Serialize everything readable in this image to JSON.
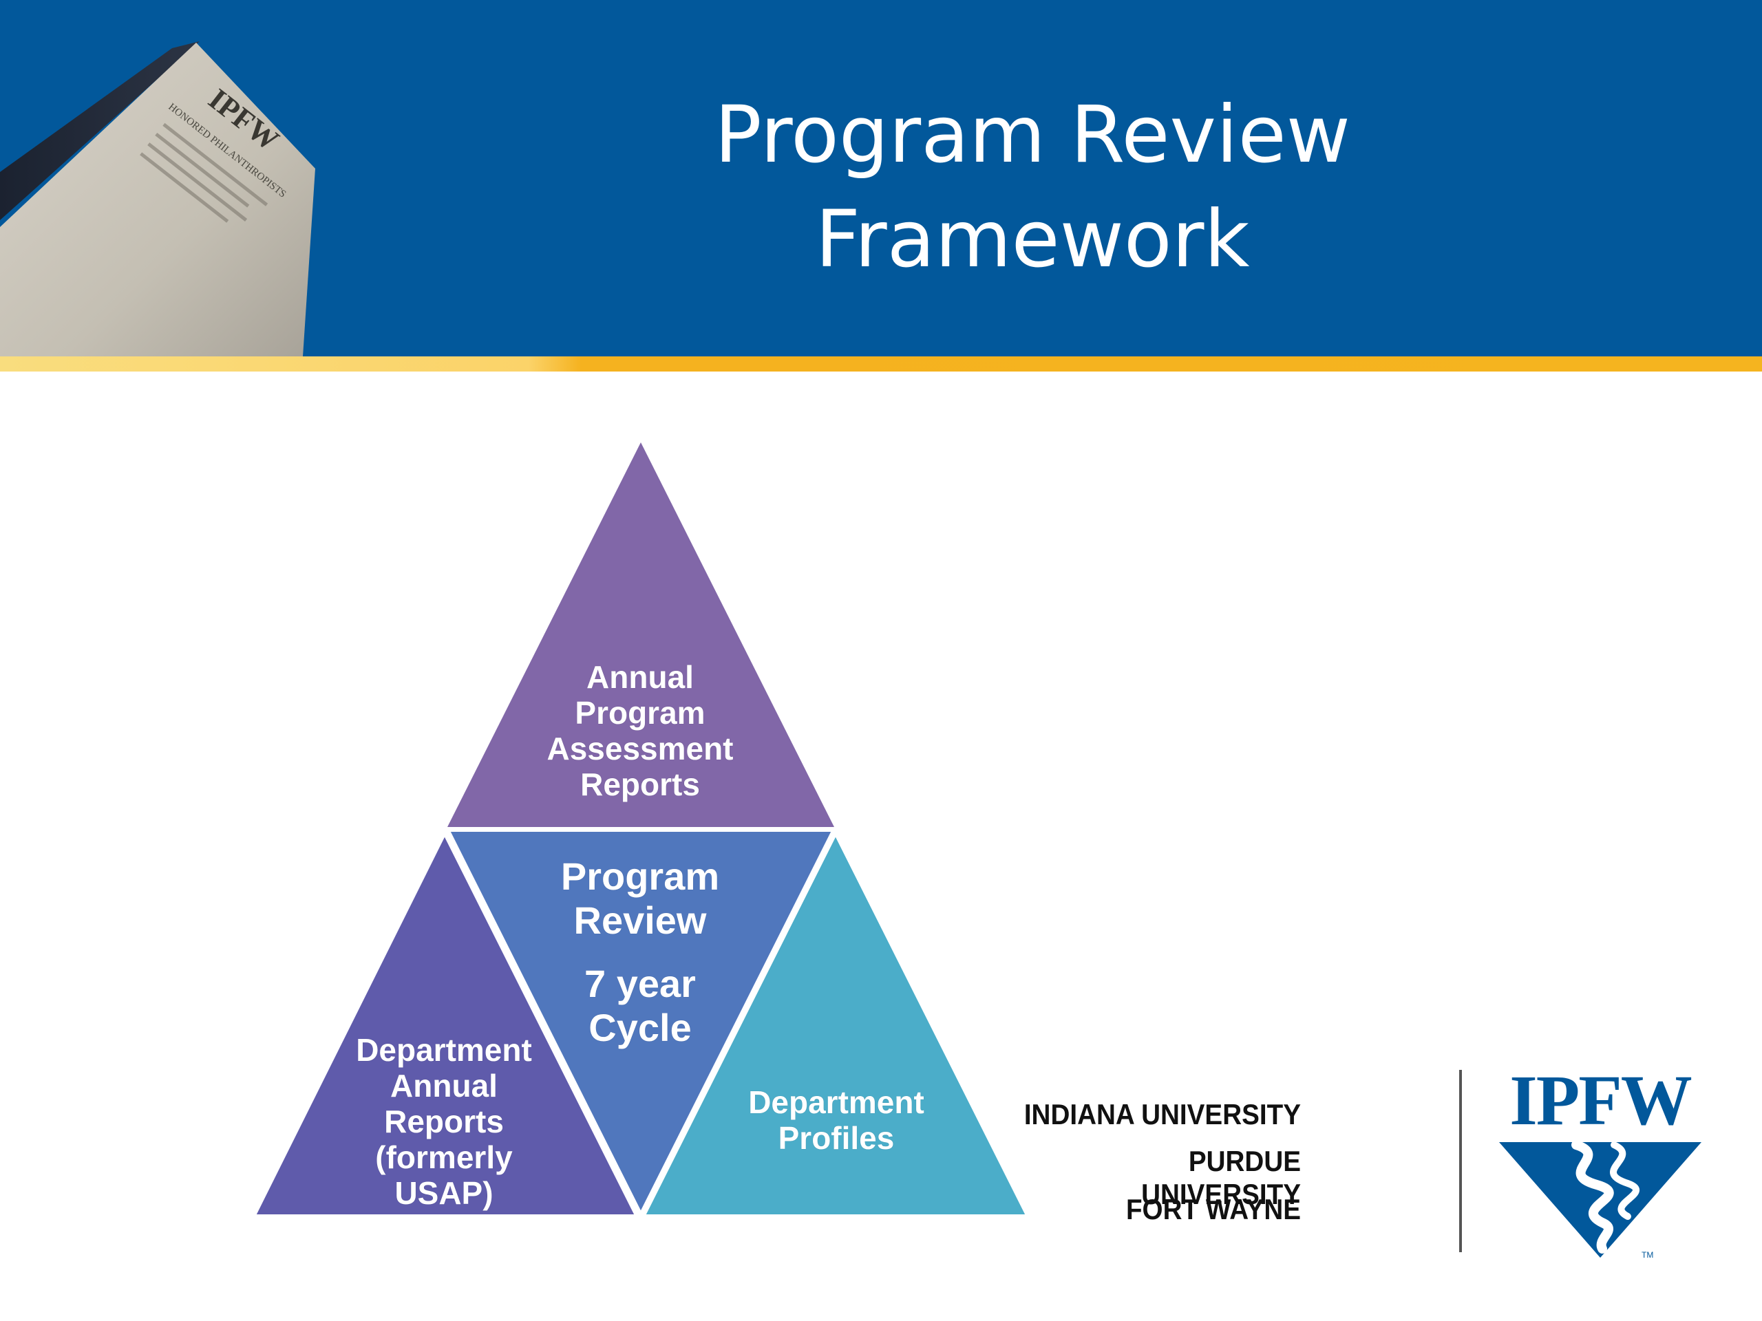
{
  "slide": {
    "title_line1": "Program Review",
    "title_line2": "Framework",
    "colors": {
      "header_blue": "#02589b",
      "stripe_gold": "#f5b41f",
      "top_triangle": "#8167a8",
      "center_triangle": "#5077bd",
      "left_triangle": "#5f5bab",
      "right_triangle": "#4badc9"
    }
  },
  "pyramid": {
    "top": {
      "lines": [
        "Annual",
        "Program",
        "Assessment",
        "Reports"
      ]
    },
    "center": {
      "lines": [
        "Program",
        "Review",
        "7 year",
        "Cycle"
      ]
    },
    "left": {
      "lines": [
        "Department",
        "Annual",
        "Reports",
        "(formerly",
        "USAP)"
      ]
    },
    "right": {
      "lines": [
        "Department",
        "Profiles"
      ]
    }
  },
  "logo": {
    "line1": "INDIANA UNIVERSITY",
    "line2": "PURDUE UNIVERSITY",
    "line3": "FORT WAYNE",
    "wordmark": "IPFW",
    "trademark": "TM"
  },
  "monument": {
    "engraving_title": "IPFW",
    "engraving_subtitle": "HONORED PHILANTHROPISTS"
  }
}
